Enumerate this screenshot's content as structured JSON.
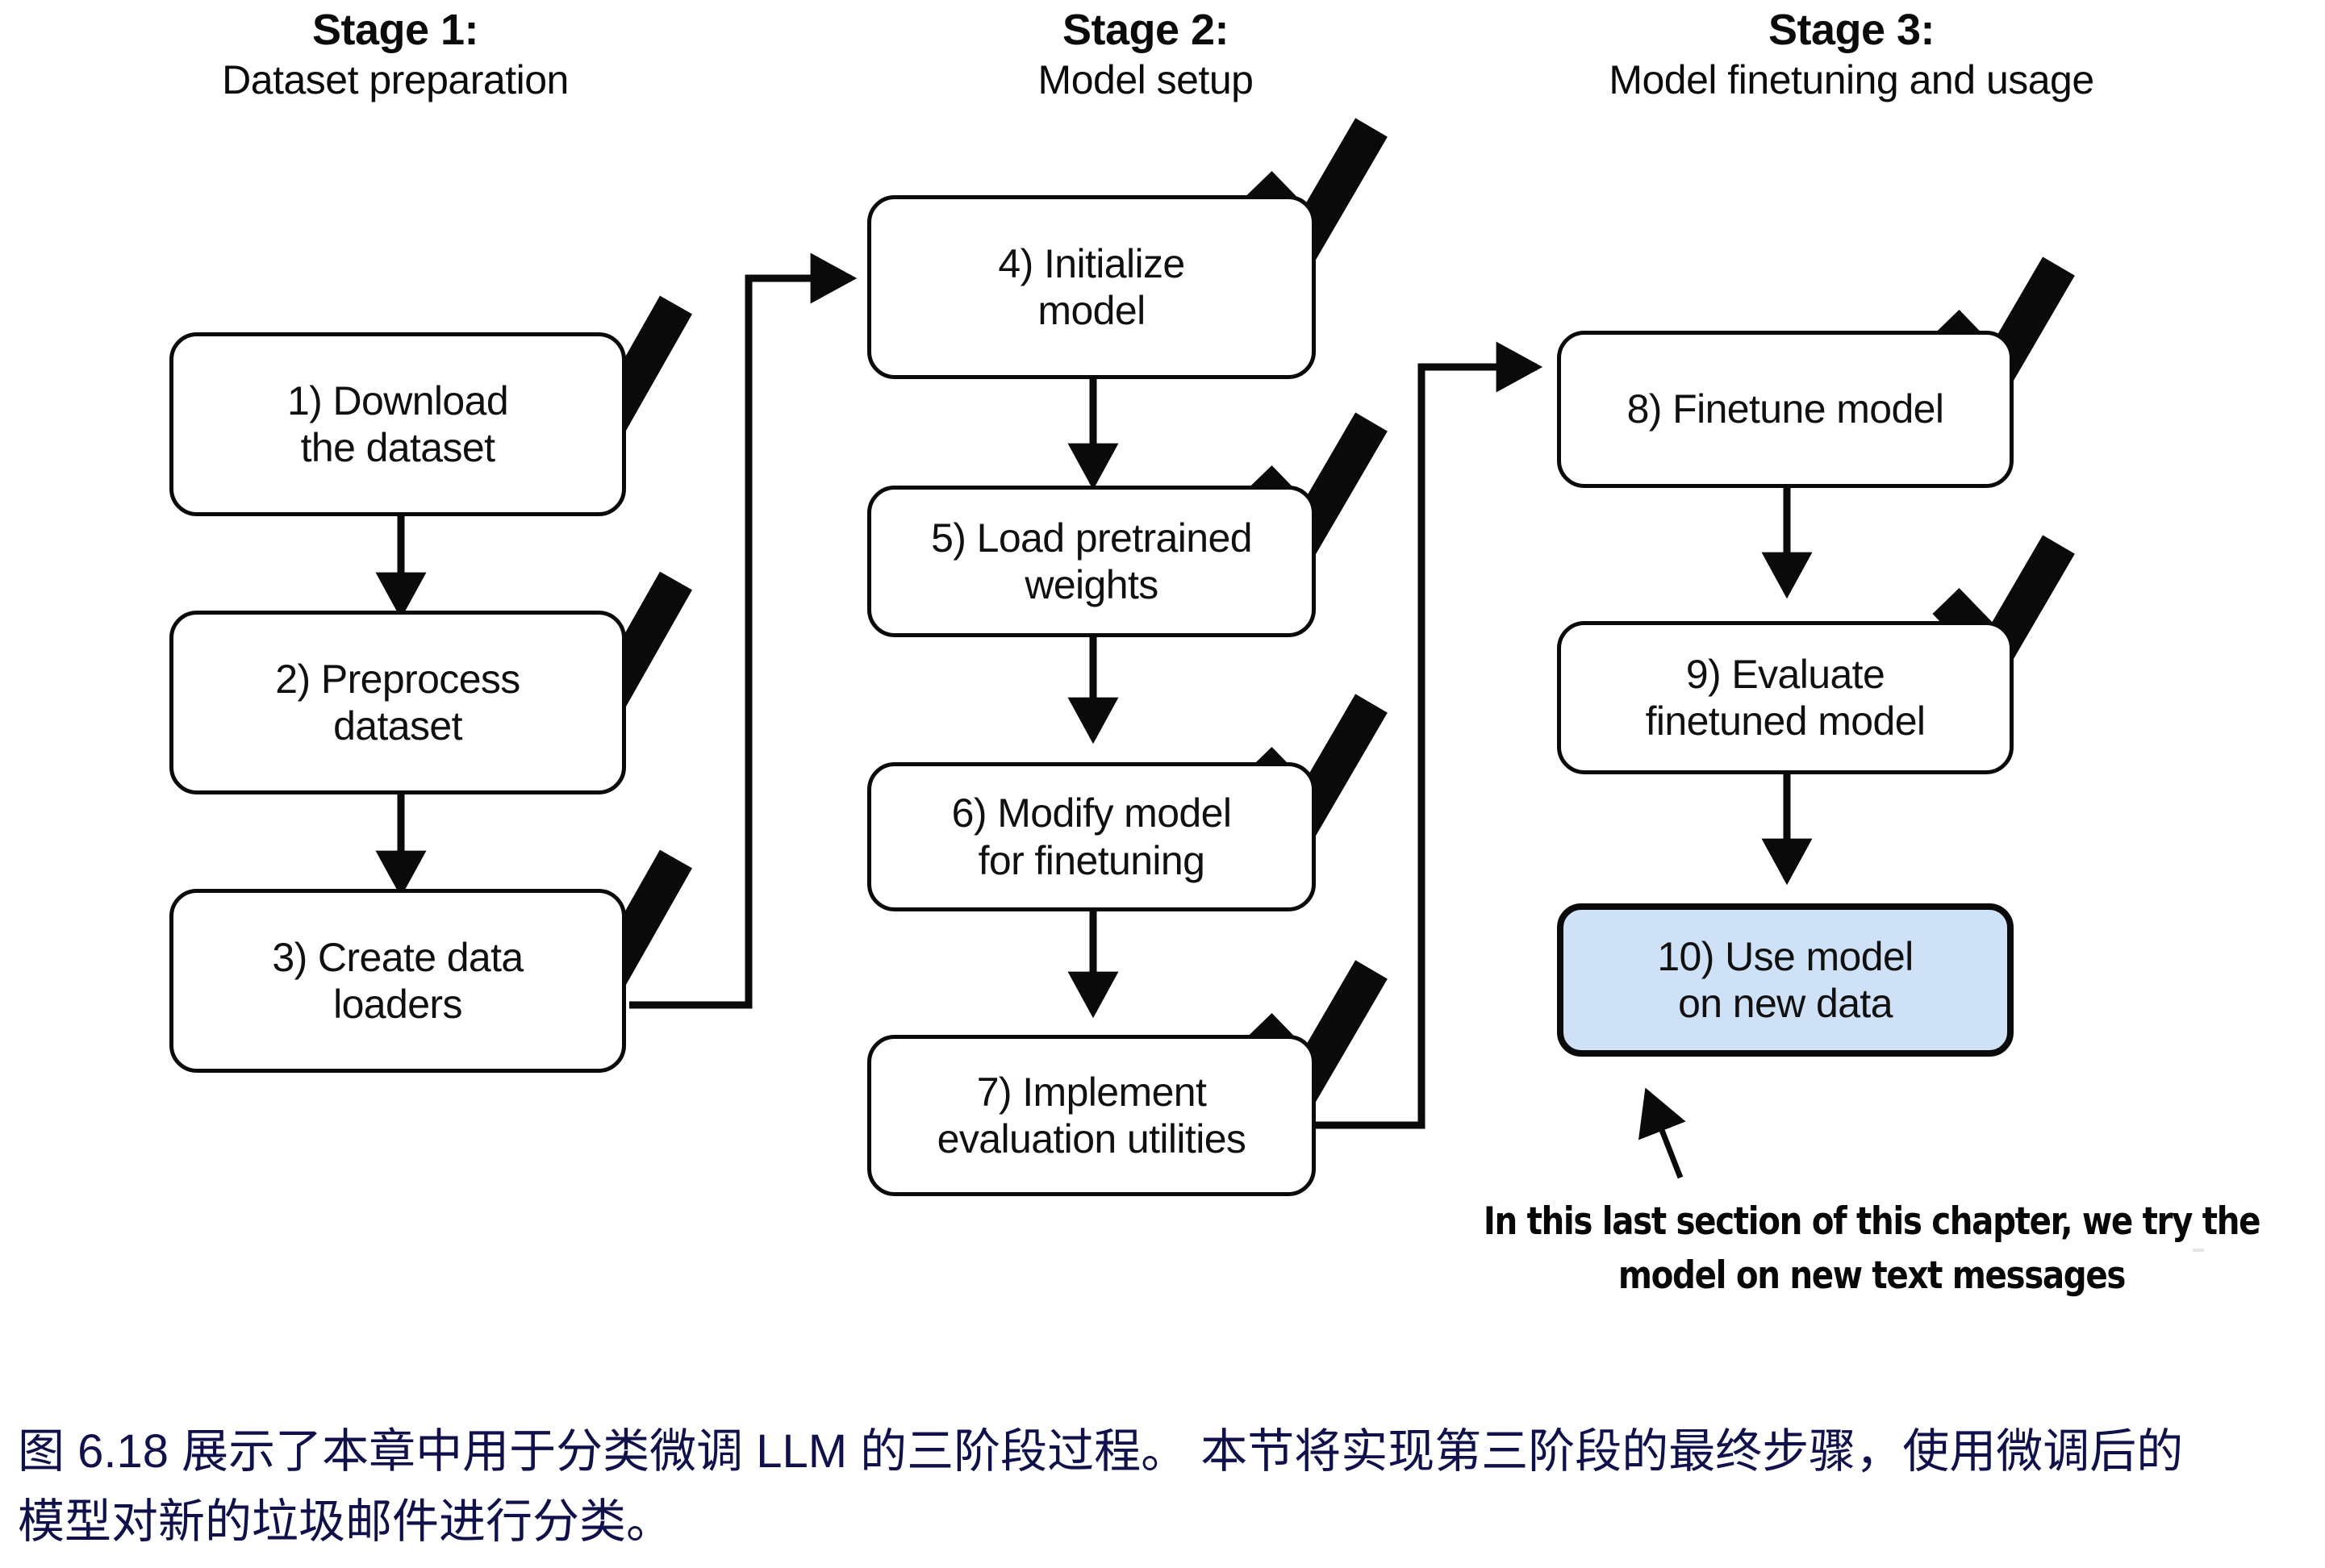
{
  "figure": {
    "stages": [
      {
        "title": "Stage 1:",
        "subtitle": "Dataset preparation"
      },
      {
        "title": "Stage 2:",
        "subtitle": "Model setup"
      },
      {
        "title": "Stage 3:",
        "subtitle": "Model finetuning\nand usage"
      }
    ],
    "steps": [
      {
        "id": "step-1",
        "label": "1) Download\nthe dataset",
        "checked": true,
        "highlight": false
      },
      {
        "id": "step-2",
        "label": "2) Preprocess\ndataset",
        "checked": true,
        "highlight": false
      },
      {
        "id": "step-3",
        "label": "3) Create data\nloaders",
        "checked": true,
        "highlight": false
      },
      {
        "id": "step-4",
        "label": "4) Initialize\nmodel",
        "checked": true,
        "highlight": false
      },
      {
        "id": "step-5",
        "label": "5) Load pretrained\nweights",
        "checked": true,
        "highlight": false
      },
      {
        "id": "step-6",
        "label": "6) Modify model\nfor finetuning",
        "checked": true,
        "highlight": false
      },
      {
        "id": "step-7",
        "label": "7) Implement\nevaluation utilities",
        "checked": true,
        "highlight": false
      },
      {
        "id": "step-8",
        "label": "8) Finetune model",
        "checked": true,
        "highlight": false
      },
      {
        "id": "step-9",
        "label": "9) Evaluate\nfinetuned model",
        "checked": true,
        "highlight": false
      },
      {
        "id": "step-10",
        "label": "10) Use model\non new data",
        "checked": false,
        "highlight": true
      }
    ],
    "annotation": {
      "line1": "In this last section of this chapter, we try the",
      "line2": "model on new text messages"
    },
    "colors": {
      "highlight_fill": "#cfe1f6",
      "stroke": "#0a0a0a",
      "caption_text": "#10114a"
    }
  },
  "caption": {
    "line1": "图 6.18 展示了本章中用于分类微调 LLM 的三阶段过程。 本节将实现第三阶段的最终步骤，使用微调后的",
    "line2": "模型对新的垃圾邮件进行分类。"
  }
}
